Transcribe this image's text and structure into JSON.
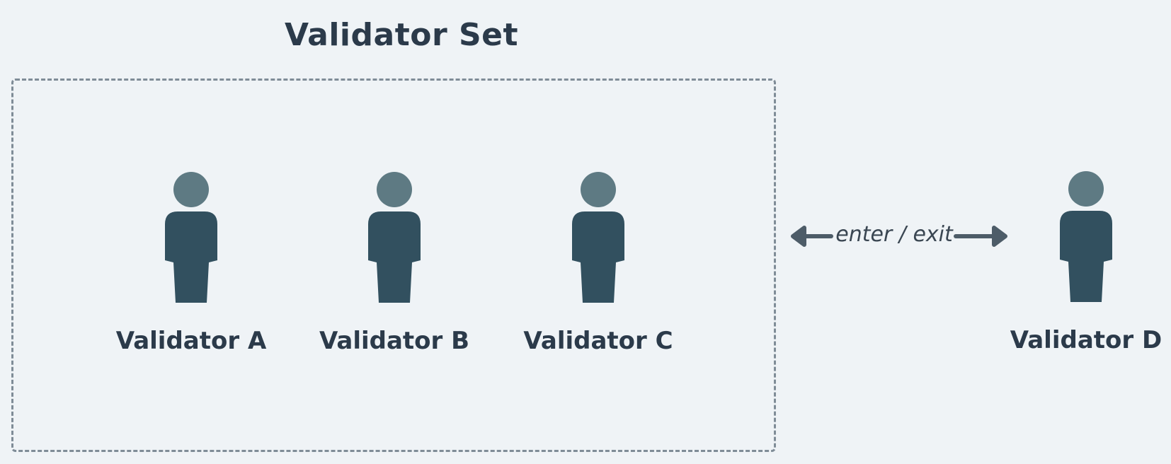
{
  "diagram": {
    "title": "Validator Set",
    "validators": [
      {
        "label": "Validator A"
      },
      {
        "label": "Validator B"
      },
      {
        "label": "Validator C"
      },
      {
        "label": "Validator D"
      }
    ],
    "relation_label": "enter / exit",
    "colors": {
      "background": "#eff3f6",
      "head": "#5e7a83",
      "body": "#32505f",
      "text": "#2b3a4a",
      "border": "#7f8c97",
      "arrow": "#4d5c68"
    },
    "icons": [
      "person-icon",
      "double-arrow-icon"
    ]
  }
}
